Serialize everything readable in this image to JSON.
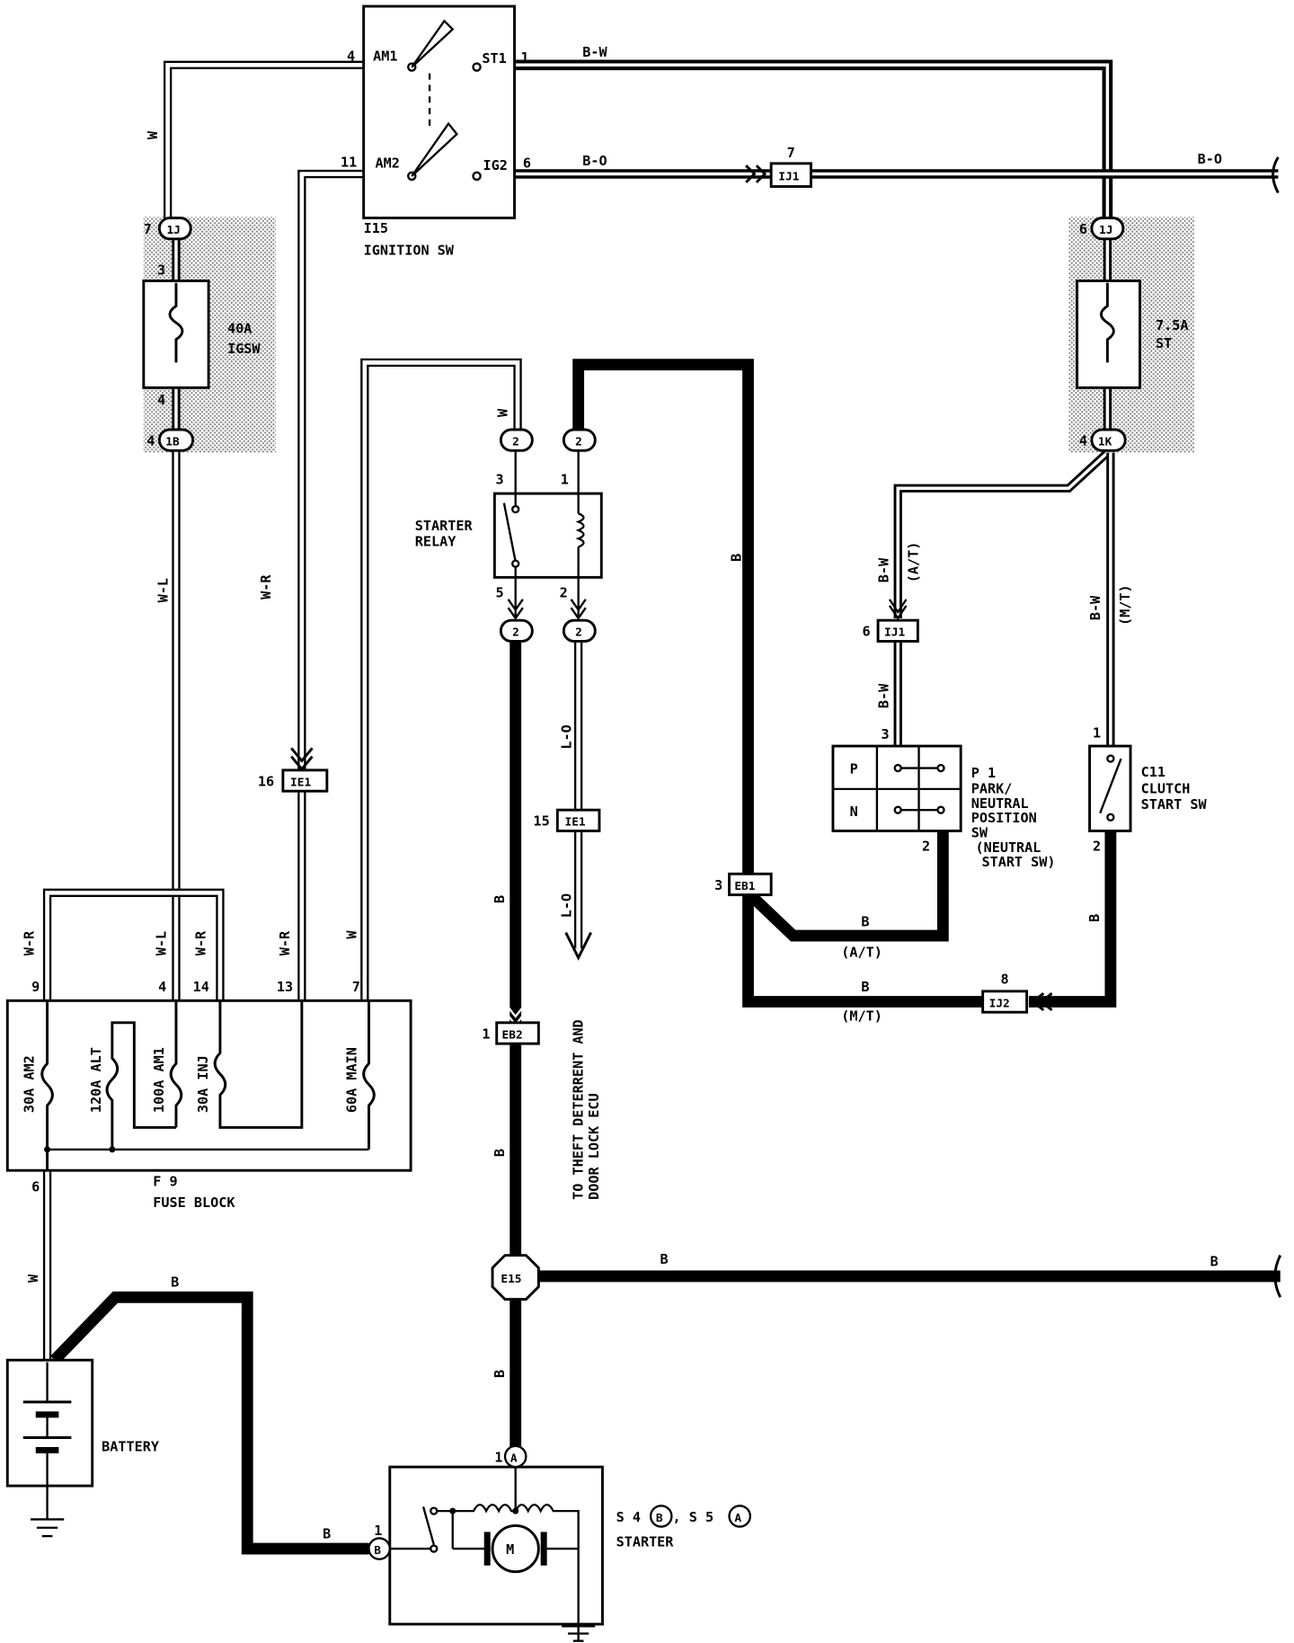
{
  "components": {
    "ignition_sw": {
      "id": "I15",
      "name": "IGNITION SW",
      "am1": "AM1",
      "am2": "AM2",
      "st1": "ST1",
      "ig2": "IG2"
    },
    "fuse_igsw": {
      "rating": "40A",
      "name": "IGSW"
    },
    "fuse_st": {
      "rating": "7.5A",
      "name": "ST"
    },
    "starter_relay": {
      "line1": "STARTER",
      "line2": "RELAY"
    },
    "park_neutral_sw": {
      "id": "P 1",
      "line1": "PARK/",
      "line2": "NEUTRAL",
      "line3": "POSITION",
      "line4": "SW",
      "line5": "(NEUTRAL",
      "line6": "START SW)",
      "p": "P",
      "n": "N"
    },
    "clutch_sw": {
      "id": "C11",
      "line1": "CLUTCH",
      "line2": "START SW"
    },
    "fuse_block": {
      "id": "F 9",
      "name": "FUSE BLOCK",
      "fuses": [
        "30A AM2",
        "120A ALT",
        "100A AM1",
        "30A INJ",
        "60A MAIN"
      ]
    },
    "battery": {
      "name": "BATTERY"
    },
    "starter": {
      "id_b": "S 4",
      "id_a": ", S 5",
      "name": "STARTER",
      "term_b": "B",
      "term_a": "A"
    },
    "theft_note": {
      "line1": "TO THEFT DETERRENT AND",
      "line2": "DOOR LOCK ECU"
    }
  },
  "connectors": {
    "c1j": "1J",
    "c1b": "1B",
    "c1k": "1K",
    "ij1": "IJ1",
    "ij2": "IJ2",
    "ie1": "IE1",
    "eb1": "EB1",
    "eb2": "EB2",
    "e15": "E15",
    "two": "2"
  },
  "wire_colors": {
    "bw": "B-W",
    "bo": "B-O",
    "w": "W",
    "wl": "W-L",
    "wr": "W-R",
    "b": "B",
    "lo": "L-O",
    "at": "(A/T)",
    "mt": "(M/T)"
  },
  "pins": {
    "p1": "1",
    "p2": "2",
    "p3": "3",
    "p4": "4",
    "p5": "5",
    "p6": "6",
    "p7": "7",
    "p8": "8",
    "p9": "9",
    "p11": "11",
    "p13": "13",
    "p14": "14",
    "p15": "15",
    "p16": "16"
  }
}
